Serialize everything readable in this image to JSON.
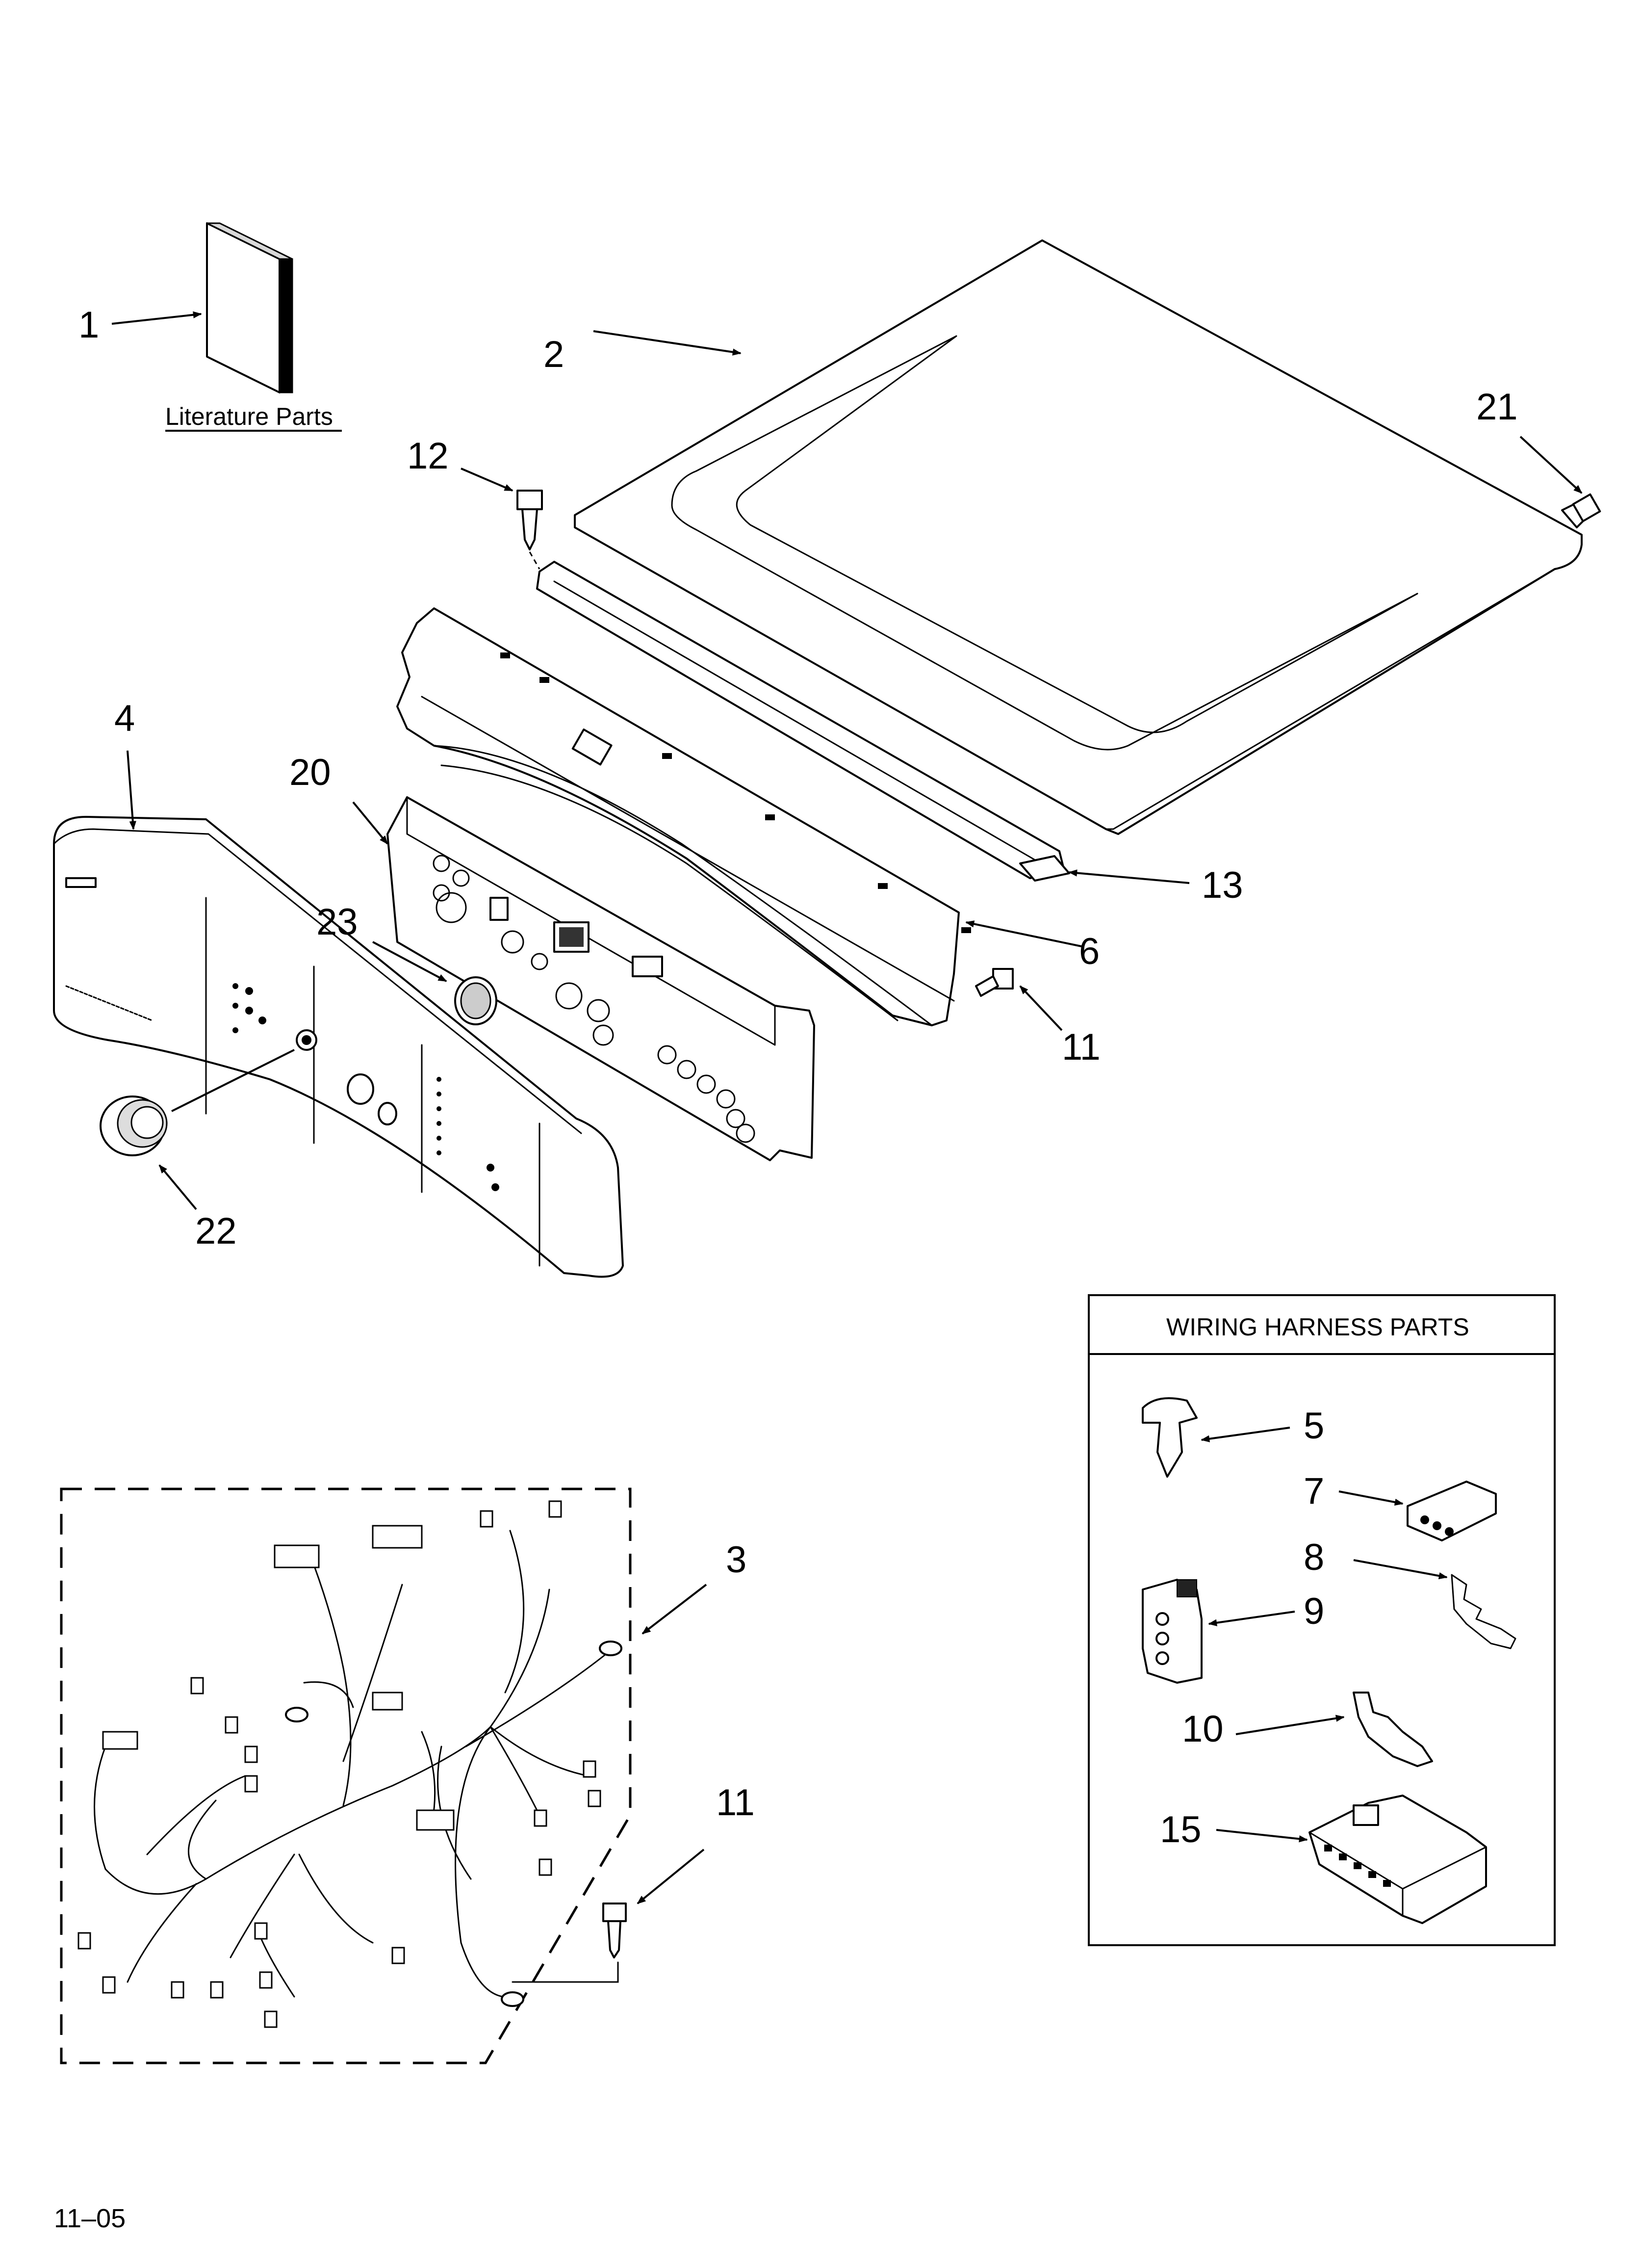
{
  "literature_label": "Literature Parts",
  "wiring_box_title": "WIRING HARNESS PARTS",
  "date_code": "11–05",
  "callouts": {
    "c1": "1",
    "c2": "2",
    "c3": "3",
    "c4": "4",
    "c5": "5",
    "c6": "6",
    "c7": "7",
    "c8": "8",
    "c9": "9",
    "c10": "10",
    "c11a": "11",
    "c11b": "11",
    "c12": "12",
    "c13": "13",
    "c15": "15",
    "c20": "20",
    "c21": "21",
    "c22": "22",
    "c23": "23"
  }
}
